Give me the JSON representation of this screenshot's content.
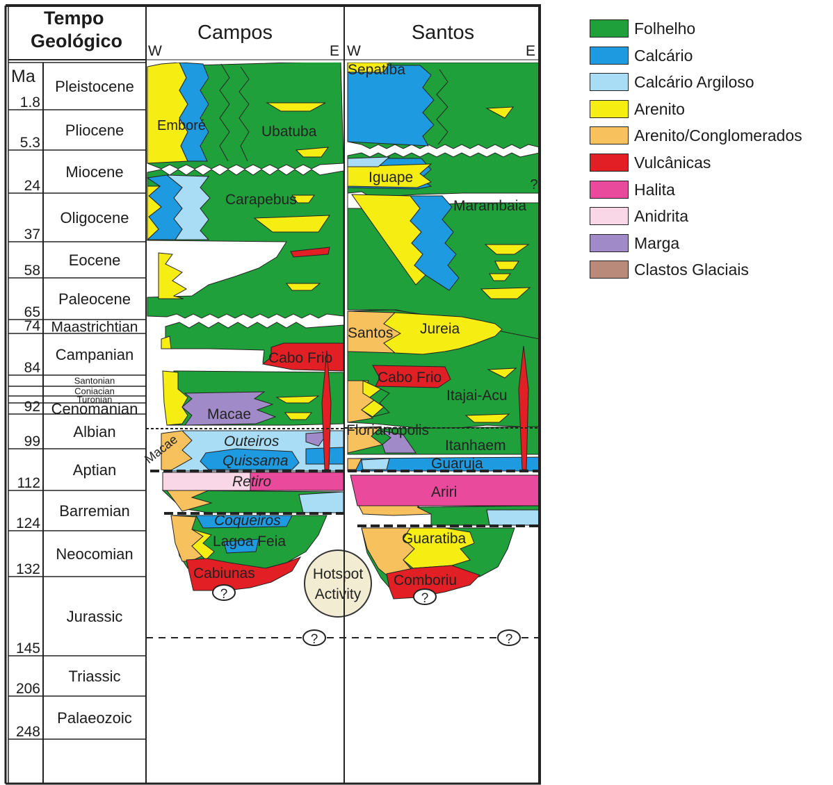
{
  "header": {
    "time_title": "Tempo Geológico",
    "ma_label": "Ma",
    "basins": [
      {
        "name": "Campos",
        "west": "W",
        "east": "E"
      },
      {
        "name": "Santos",
        "west": "W",
        "east": "E"
      }
    ]
  },
  "epochs": [
    "Pleistocene",
    "Pliocene",
    "Miocene",
    "Oligocene",
    "Eocene",
    "Paleocene",
    "Maastrichtian",
    "Campanian",
    "Santonian",
    "Coniacian",
    "Turonian",
    "Cenomanian",
    "Albian",
    "Aptian",
    "Barremian",
    "Neocomian",
    "Jurassic",
    "Triassic",
    "Palaeozoic"
  ],
  "ages_ma": [
    "1.8",
    "5.3",
    "24",
    "37",
    "58",
    "65",
    "74",
    "84",
    "92",
    "99",
    "112",
    "124",
    "132",
    "145",
    "206",
    "248"
  ],
  "formations": {
    "campos": [
      "Emboré",
      "Ubatuba",
      "Carapebus",
      "Cabo Frio",
      "Macae",
      "Macae",
      "Outeiros",
      "Quissama",
      "Retiro",
      "Coqueiros",
      "Lagoa Feia",
      "Cabiunas"
    ],
    "santos": [
      "Sepatiba",
      "Iguape",
      "Marambaia",
      "Santos",
      "Jureia",
      "Cabo Frio",
      "Itajai-Acu",
      "Florianopolis",
      "Itanhaem",
      "Guaruja",
      "Ariri",
      "Guaratiba",
      "Comboriu"
    ]
  },
  "hotspot": {
    "line1": "Hotspot",
    "line2": "Activity"
  },
  "marks": {
    "question": "?"
  },
  "legend": [
    {
      "label": "Folhelho",
      "color": "#1fa03a"
    },
    {
      "label": "Calcário",
      "color": "#1e9ae0"
    },
    {
      "label": "Calcário Argiloso",
      "color": "#a9dcf5"
    },
    {
      "label": "Arenito",
      "color": "#f6ee12"
    },
    {
      "label": "Arenito/Conglomerados",
      "color": "#f7c15e"
    },
    {
      "label": "Vulcânicas",
      "color": "#e21f24"
    },
    {
      "label": "Halita",
      "color": "#ea4a9b"
    },
    {
      "label": "Anidrita",
      "color": "#fad7e6"
    },
    {
      "label": "Marga",
      "color": "#a08ac8"
    },
    {
      "label": "Clastos Glaciais",
      "color": "#b98a7a"
    }
  ]
}
